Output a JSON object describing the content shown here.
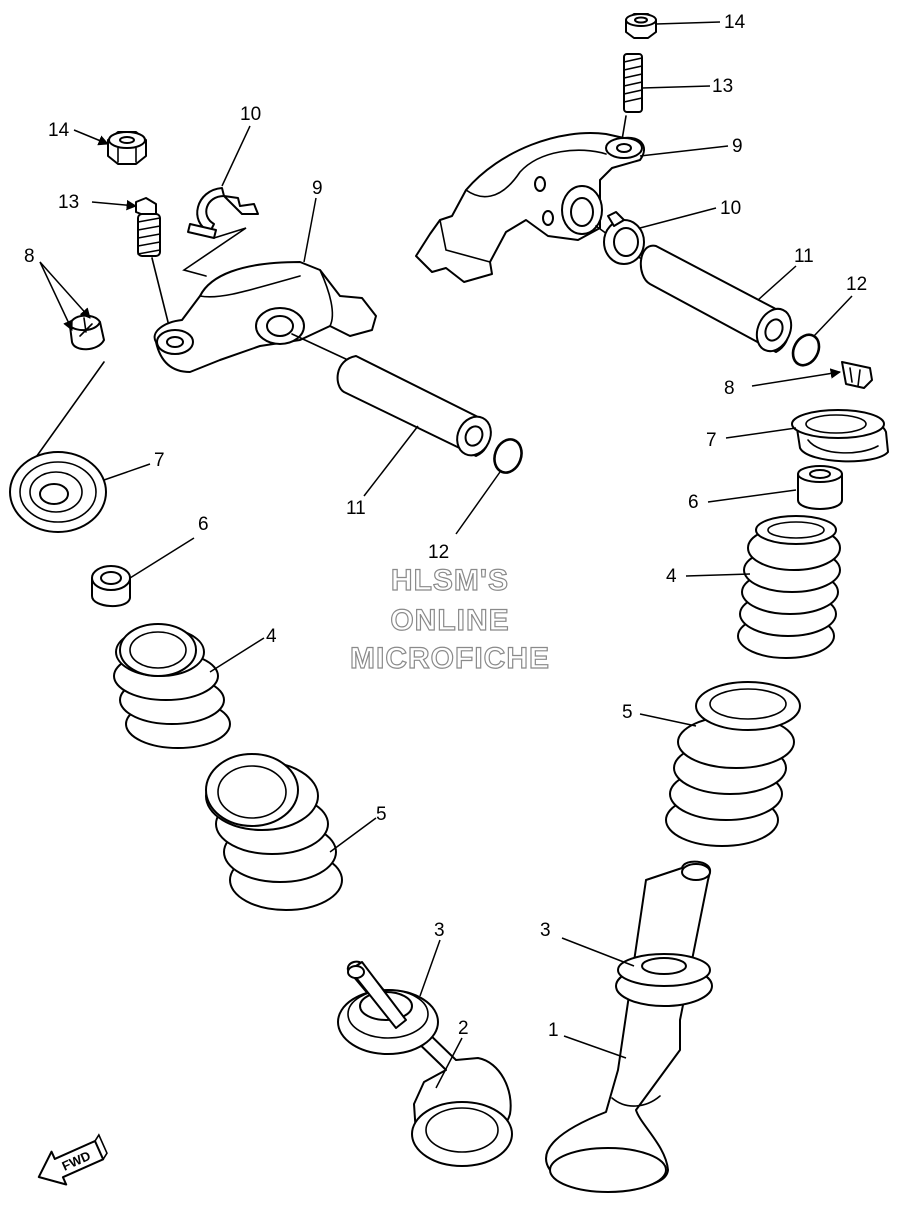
{
  "watermark": {
    "line1": "HLSM'S",
    "line2": "ONLINE",
    "line3": "MICROFICHE"
  },
  "fwd_label": "FWD",
  "callouts": {
    "valve_exhaust": "1",
    "valve_intake": "2",
    "spring_seat_left": "3",
    "spring_seat_right": "3",
    "inner_spring_left": "4",
    "inner_spring_right": "4",
    "outer_spring_left": "5",
    "outer_spring_right": "5",
    "stem_seal_left": "6",
    "stem_seal_right": "6",
    "retainer_left": "7",
    "retainer_right": "7",
    "cotter_left": "8",
    "cotter_right": "8",
    "rocker_arm_left": "9",
    "rocker_arm_right": "9",
    "clip_left": "10",
    "clip_right": "10",
    "rocker_shaft_left": "11",
    "rocker_shaft_right": "11",
    "oring_left": "12",
    "oring_right": "12",
    "adjuster_left": "13",
    "adjuster_right": "13",
    "locknut_left": "14",
    "locknut_right": "14"
  }
}
